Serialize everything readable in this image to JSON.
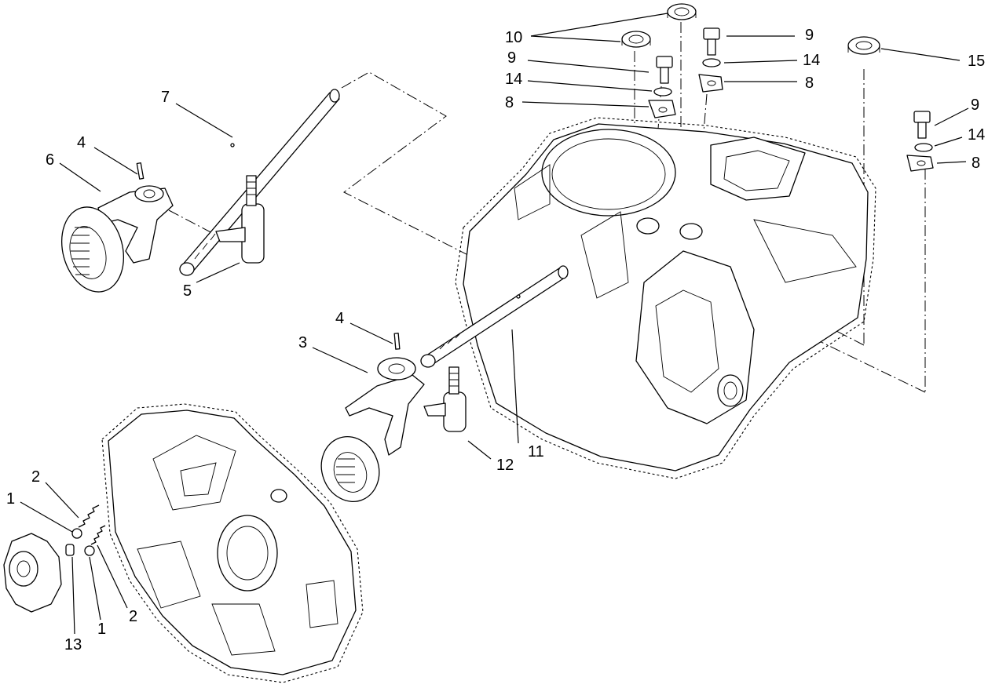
{
  "callouts": {
    "c1a": "1",
    "c1b": "1",
    "c2a": "2",
    "c2b": "2",
    "c3": "3",
    "c4a": "4",
    "c4b": "4",
    "c5": "5",
    "c6": "6",
    "c7": "7",
    "c8a": "8",
    "c8b": "8",
    "c8c": "8",
    "c9a": "9",
    "c9b": "9",
    "c9c": "9",
    "c10": "10",
    "c11": "11",
    "c12": "12",
    "c13": "13",
    "c14a": "14",
    "c14b": "14",
    "c14c": "14",
    "c15": "15"
  }
}
